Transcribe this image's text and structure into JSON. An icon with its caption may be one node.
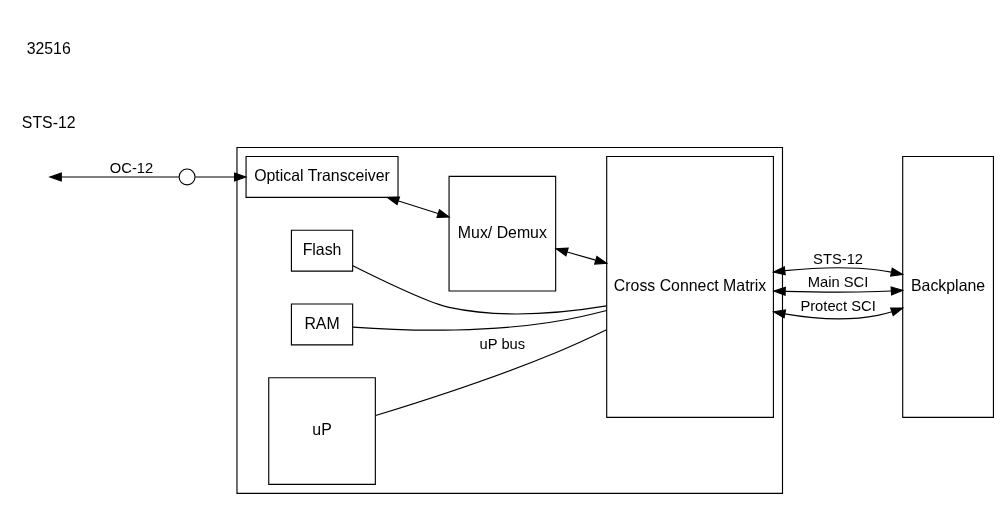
{
  "diagram": {
    "nodes": [
      {
        "text": [],
        "shape": "box"
      },
      {
        "text": [
          "Optical Transceiver"
        ],
        "in": 0
      },
      {
        "text": [
          "Mux/ Demux"
        ],
        "in": 0
      },
      {
        "text": [
          "Cross Connect Matrix"
        ],
        "in": 0
      },
      {
        "text": [
          "Flash"
        ],
        "in": 0
      },
      {
        "text": [
          "RAM"
        ],
        "in": 0
      },
      {
        "text": [
          "uP"
        ],
        "in": 0
      },
      {
        "text": [
          "Backplane"
        ]
      },
      {
        "text": [],
        "shape": "circle"
      }
    ],
    "edges": [
      {
        "from": 8,
        "to": null,
        "arrow": "to",
        "label": "OC-12"
      },
      {
        "from": 8,
        "to": 1,
        "arrow": "to"
      },
      {
        "from": 1,
        "to": 2,
        "arrow": "both"
      },
      {
        "from": 2,
        "to": 3,
        "arrow": "both"
      },
      {
        "from": 3,
        "to": 7,
        "arrow": "both",
        "label": "STS-12"
      },
      {
        "from": 3,
        "to": 7,
        "arrow": "both",
        "label": "Main SCI"
      },
      {
        "from": 3,
        "to": 7,
        "arrow": "both",
        "label": "Protect SCI"
      },
      {
        "from": 4,
        "to": 3,
        "arrow": "none"
      },
      {
        "from": 5,
        "to": 3,
        "arrow": "none"
      },
      {
        "from": 6,
        "to": 3,
        "arrow": "none",
        "label": "uP bus"
      }
    ],
    "labels": [
      "STS-12",
      "32516"
    ]
  }
}
